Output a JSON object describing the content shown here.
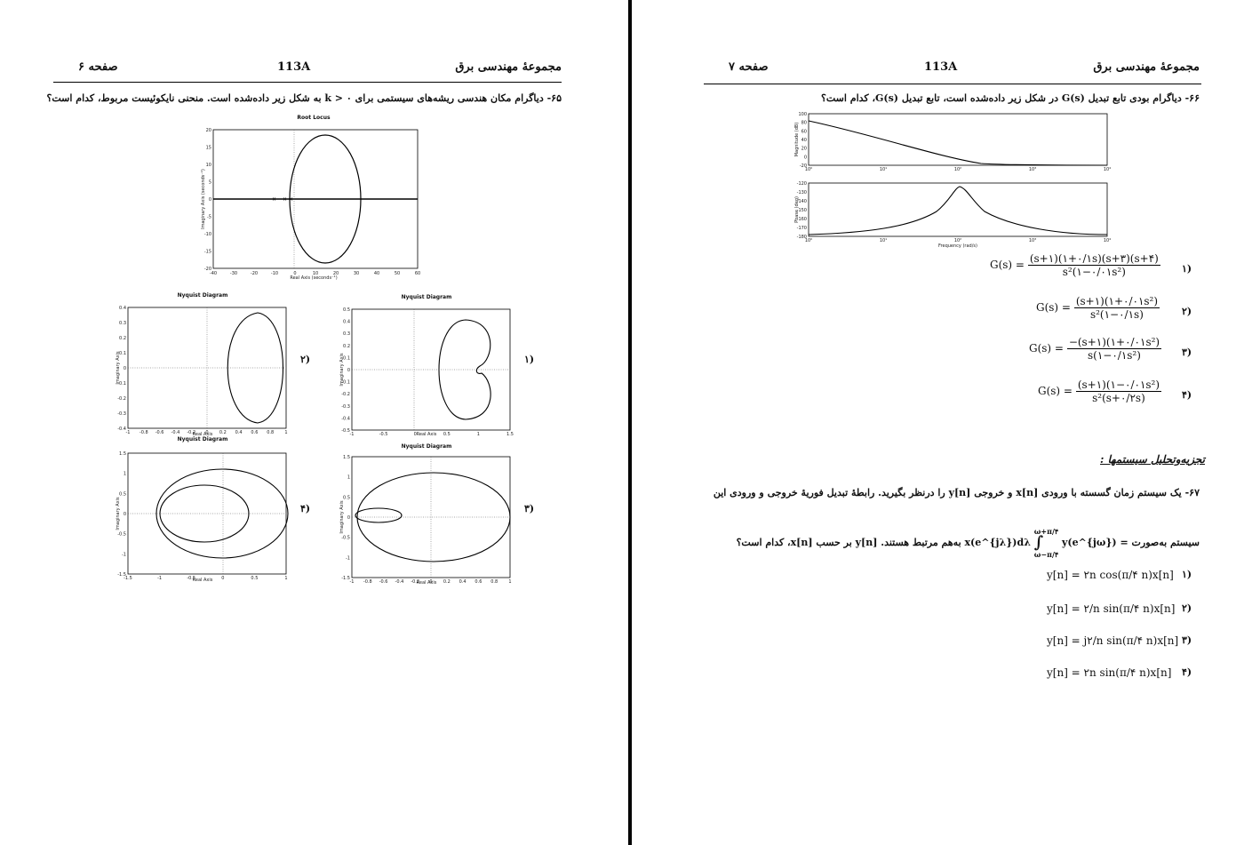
{
  "left_page": {
    "header": {
      "title": "مجموعهٔ مهندسی برق",
      "code": "113A",
      "page": "صفحه ۶"
    },
    "question": {
      "number": "۶۵-",
      "text": "دیاگرام مکان هندسی ریشه‌های سیستمی برای  k > ۰  به شکل زیر داده‌شده است. منحنی نایکوئیست مربوط، کدام است؟"
    },
    "root_locus": {
      "title": "Root Locus",
      "xlabel": "Real Axis (seconds⁻¹)",
      "ylabel": "Imaginary Axis (seconds⁻¹)",
      "xticks": [
        "-40",
        "-30",
        "-20",
        "-10",
        "0",
        "10",
        "20",
        "30",
        "40",
        "50",
        "60"
      ],
      "yticks": [
        "20",
        "15",
        "10",
        "5",
        "0",
        "-5",
        "-10",
        "-15",
        "-20"
      ]
    },
    "nyquist_1": {
      "label": "(۱",
      "title": "Nyquist Diagram",
      "xlabel": "Real Axis",
      "ylabel": "Imaginary Axis",
      "xticks": [
        "-1",
        "-0.5",
        "0",
        "0.5",
        "1",
        "1.5"
      ],
      "yticks": [
        "0.5",
        "0.4",
        "0.3",
        "0.2",
        "0.1",
        "0",
        "-0.1",
        "-0.2",
        "-0.3",
        "-0.4",
        "-0.5"
      ]
    },
    "nyquist_2": {
      "label": "(۲",
      "title": "Nyquist Diagram",
      "xlabel": "Real Axis",
      "ylabel": "Imaginary Axis",
      "xticks": [
        "-1",
        "-0.8",
        "-0.6",
        "-0.4",
        "-0.2",
        "0",
        "0.2",
        "0.4",
        "0.6",
        "0.8",
        "1"
      ],
      "yticks": [
        "0.4",
        "0.3",
        "0.2",
        "0.1",
        "0",
        "-0.1",
        "-0.2",
        "-0.3",
        "-0.4"
      ]
    },
    "nyquist_3": {
      "label": "(۳",
      "title": "Nyquist Diagram",
      "xlabel": "Real Axis",
      "ylabel": "Imaginary Axis",
      "xticks": [
        "-1",
        "-0.8",
        "-0.6",
        "-0.4",
        "-0.2",
        "0",
        "0.2",
        "0.4",
        "0.6",
        "0.8",
        "1"
      ],
      "yticks": [
        "1.5",
        "1",
        "0.5",
        "0",
        "-0.5",
        "-1",
        "-1.5"
      ]
    },
    "nyquist_4": {
      "label": "(۴",
      "title": "Nyquist Diagram",
      "xlabel": "Real Axis",
      "ylabel": "Imaginary Axis",
      "xticks": [
        "-1.5",
        "-1",
        "-0.5",
        "0",
        "0.5",
        "1"
      ],
      "yticks": [
        "1.5",
        "1",
        "0.5",
        "0",
        "-0.5",
        "-1",
        "-1.5"
      ]
    }
  },
  "right_page": {
    "header": {
      "title": "مجموعهٔ مهندسی برق",
      "code": "113A",
      "page": "صفحه ۷"
    },
    "question66": {
      "number": "۶۶-",
      "text": "دیاگرام بودی تابع تبدیل  G(s)  در شکل زیر داده‌شده است، تابع تبدیل  G(s)، کدام است؟"
    },
    "bode": {
      "mag_ylabel": "Magnitude (dB)",
      "phase_ylabel": "Phase (deg)",
      "xlabel": "Frequency (rad/s)",
      "mag_yticks": [
        "100",
        "80",
        "60",
        "40",
        "20",
        "0",
        "-20"
      ],
      "phase_yticks": [
        "-120",
        "-130",
        "-140",
        "-150",
        "-160",
        "-170",
        "-180"
      ],
      "xticks": [
        "10⁰",
        "10¹",
        "10²",
        "10³",
        "10⁴"
      ]
    },
    "options66": [
      {
        "num": "(۱",
        "lhs": "G(s) =",
        "num_expr": "(s+۱)(۱+۰/۱s)(s+۳)(s+۴)",
        "den_expr": "s²(۱−۰/۰۱s²)"
      },
      {
        "num": "(۲",
        "lhs": "G(s) =",
        "num_expr": "(s+۱)(۱+۰/۰۱s²)",
        "den_expr": "s²(۱−۰/۱s)"
      },
      {
        "num": "(۳",
        "lhs": "G(s) =",
        "num_expr": "−(s+۱)(۱+۰/۰۱s²)",
        "den_expr": "s(۱−۰/۱s²)"
      },
      {
        "num": "(۴",
        "lhs": "G(s) =",
        "num_expr": "(s+۱)(۱−۰/۰۱s²)",
        "den_expr": "s²(s+۰/۲s)"
      }
    ],
    "section": "تجزیه‌وتحلیل سیستمها :",
    "question67": {
      "number": "۶۷-",
      "line1": "یک سیستم زمان گسسته با ورودی x[n] و خروجی y[n] را درنظر بگیرید. رابطهٔ تبدیل فوریهٔ خروجی و ورودی این",
      "line2_a": "سیستم به‌صورت",
      "line2_b": "به‌هم مرتبط هستند. y[n] بر حسب x[n]، کدام است؟",
      "eq_lhs": "y(e^{jω}) =",
      "eq_upper": "ω+π/۴",
      "eq_lower": "ω−π/۴",
      "eq_integrand": "x(e^{jλ})dλ"
    },
    "options67": [
      {
        "num": "(۱",
        "text": "y[n] = ۲n cos(π/۴ n)x[n]"
      },
      {
        "num": "(۲",
        "text": "y[n] = ۲/n sin(π/۴ n)x[n]"
      },
      {
        "num": "(۳",
        "text": "y[n] = j۲/n sin(π/۴ n)x[n]"
      },
      {
        "num": "(۴",
        "text": "y[n] = ۲n sin(π/۴ n)x[n]"
      }
    ]
  }
}
